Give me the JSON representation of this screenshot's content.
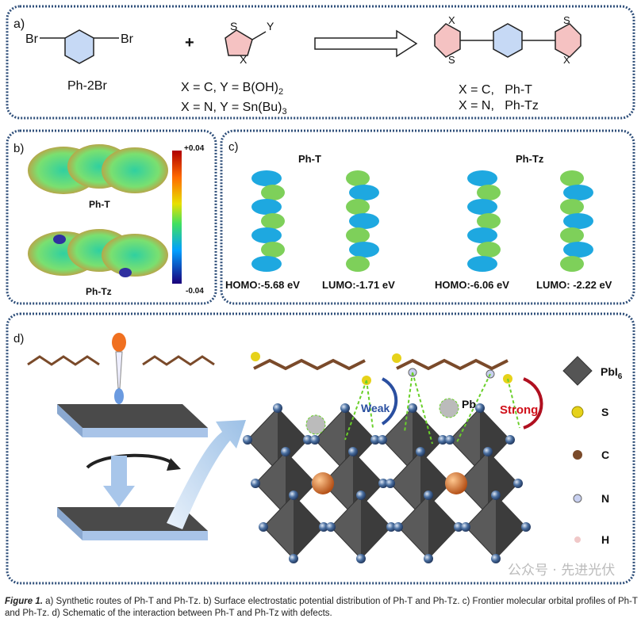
{
  "panel_a": {
    "label": "a)",
    "br": "Br",
    "plus": "+",
    "reactant1_name": "Ph-2Br",
    "ring_s": "S",
    "ring_x": "X",
    "ring_y": "Y",
    "condition1": "X = C, Y = B(OH)",
    "condition1_sub": "2",
    "condition2": "X = N, Y = Sn(Bu)",
    "condition2_sub": "3",
    "product1": "X = C,   Ph-T",
    "product2": "X = N,   Ph-Tz"
  },
  "panel_b": {
    "label": "b)",
    "mol1": "Ph-T",
    "mol2": "Ph-Tz",
    "scale_max": "+0.04",
    "scale_min": "-0.04"
  },
  "panel_c": {
    "label": "c)",
    "group1": "Ph-T",
    "group2": "Ph-Tz",
    "orbitals": [
      {
        "label": "HOMO:-5.68 eV"
      },
      {
        "label": "LUMO:-1.71 eV"
      },
      {
        "label": "HOMO:-6.06 eV"
      },
      {
        "label": "LUMO: -2.22 eV"
      }
    ]
  },
  "panel_d": {
    "label": "d)",
    "weak": "Weak",
    "strong": "Strong",
    "pb": "Pb",
    "legend": [
      {
        "label": "PbI",
        "sub": "6",
        "color": "#555555"
      },
      {
        "label": "S",
        "color": "#e6d21a"
      },
      {
        "label": "C",
        "color": "#7a4a2a"
      },
      {
        "label": "N",
        "color": "#c8d0f0"
      },
      {
        "label": "H",
        "color": "#f0c8c8"
      }
    ]
  },
  "caption": {
    "figure_label": "Figure 1.",
    "text": " a) Synthetic routes of Ph-T and Ph-Tz. b) Surface electrostatic potential distribution of Ph-T and Ph-Tz. c) Frontier molecular orbital profiles of Ph-T and Ph-Tz. d) Schematic of the interaction between Ph-T and Ph-Tz with defects."
  },
  "watermark": "公众号 · 先进光伏",
  "colors": {
    "border": "#2f4f7a",
    "benzene": "#c6d9f5",
    "thiophene": "#f5c2c2"
  }
}
